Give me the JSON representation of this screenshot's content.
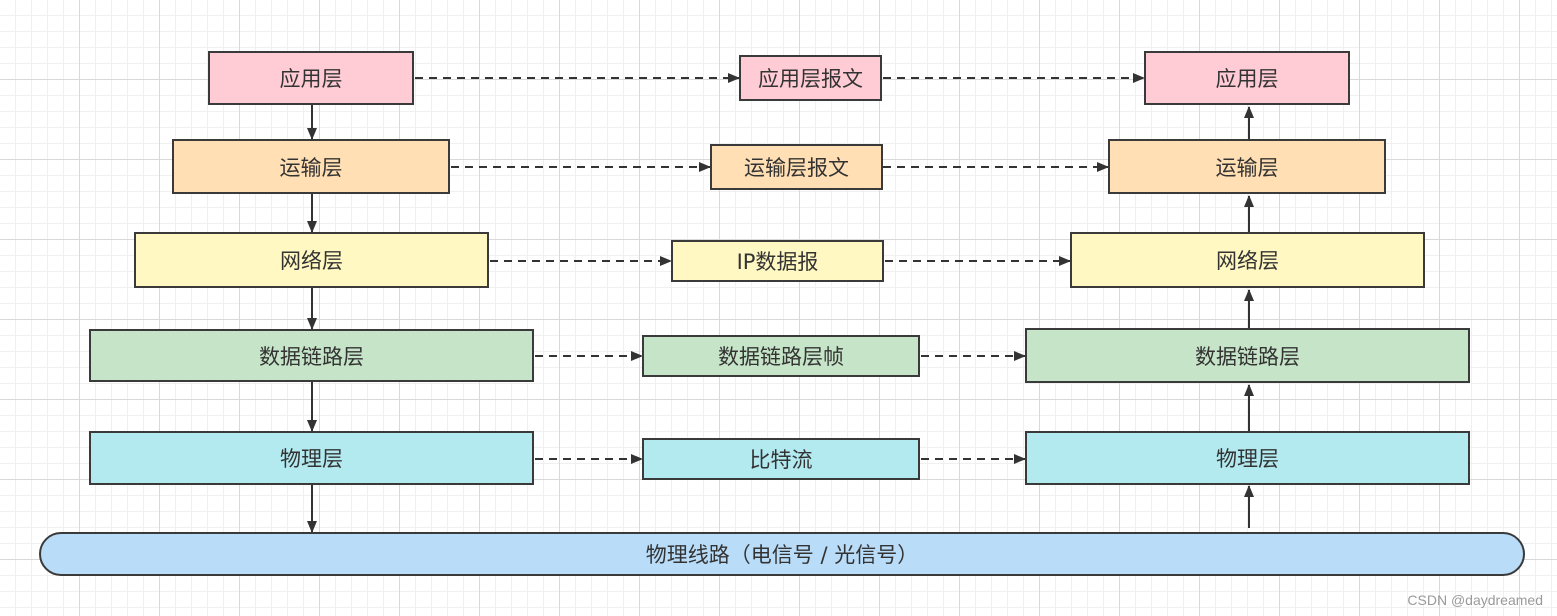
{
  "colors": {
    "application": "#ffccd5",
    "transport": "#ffdfb3",
    "network": "#fff8c2",
    "datalink": "#c6e4c8",
    "physical": "#b2eaf0",
    "line": "#b9dcf8",
    "stroke": "#333333"
  },
  "sender": {
    "application": "应用层",
    "transport": "运输层",
    "network": "网络层",
    "datalink": "数据链路层",
    "physical": "物理层"
  },
  "messages": {
    "application": "应用层报文",
    "transport": "运输层报文",
    "network": "IP数据报",
    "datalink": "数据链路层帧",
    "physical": "比特流"
  },
  "receiver": {
    "application": "应用层",
    "transport": "运输层",
    "network": "网络层",
    "datalink": "数据链路层",
    "physical": "物理层"
  },
  "medium": {
    "label": "物理线路（电信号 / 光信号）"
  },
  "watermark": "CSDN @daydreamed"
}
